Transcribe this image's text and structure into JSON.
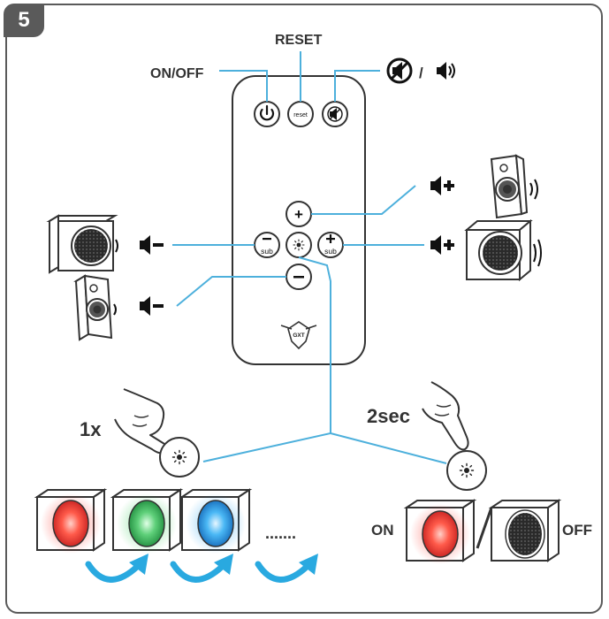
{
  "step_number": "5",
  "labels": {
    "on_off": "ON/OFF",
    "reset": "RESET",
    "mute_separator": "/",
    "button_reset": "reset",
    "sub_left": "sub",
    "sub_right": "sub",
    "press_once": "1x",
    "press_hold": "2sec",
    "on": "ON",
    "off": "OFF",
    "ellipsis": ".......",
    "logo_text": "GXT"
  },
  "colors": {
    "line_blue": "#4db0dc",
    "arrow_blue": "#29a9e0",
    "led_red": "#e8352c",
    "led_green": "#3fb55a",
    "led_blue": "#2c9be3",
    "outline": "#333333"
  }
}
